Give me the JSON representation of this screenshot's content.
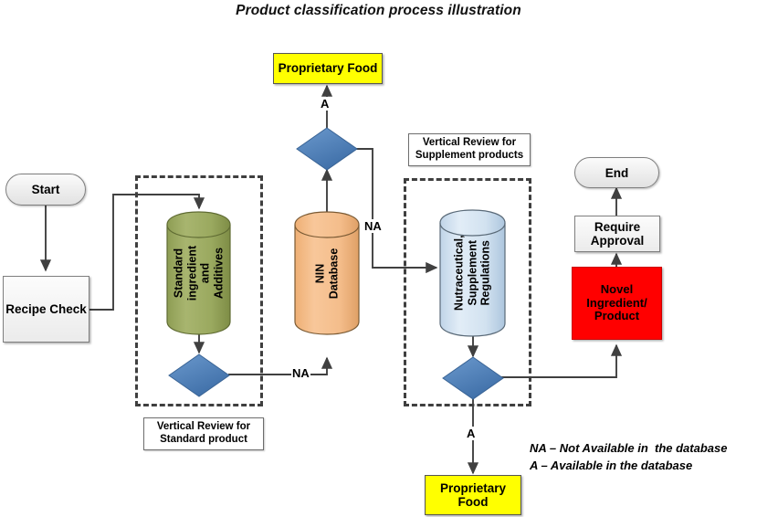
{
  "title": "Product classification process illustration",
  "nodes": {
    "start": {
      "label": "Start",
      "shape": "terminator"
    },
    "recipe_check": {
      "label": "Recipe Check",
      "shape": "process"
    },
    "standard_db": {
      "label": "Standard\ningredient\nand Additives",
      "shape": "cylinder",
      "color": "#9cab62"
    },
    "nin_db": {
      "label": "NIN Database",
      "shape": "cylinder",
      "color": "#f5c08a"
    },
    "nutra_db": {
      "label": "Nutraceutical,\nSupplement\nRegulations",
      "shape": "cylinder",
      "color": "#cfe0ef"
    },
    "decision_left": {
      "label": "",
      "shape": "diamond",
      "color": "#4f81bd"
    },
    "decision_mid": {
      "label": "",
      "shape": "diamond",
      "color": "#4f81bd"
    },
    "decision_right": {
      "label": "",
      "shape": "diamond",
      "color": "#4f81bd"
    },
    "proprietary_food_top": {
      "label": "Proprietary Food",
      "shape": "yellowbox"
    },
    "proprietary_food_bottom": {
      "label": "Proprietary\nFood",
      "shape": "yellowbox"
    },
    "novel_ingredient": {
      "label": "Novel\nIngredient/\nProduct",
      "shape": "redbox"
    },
    "require_approval": {
      "label": "Require\nApproval",
      "shape": "process"
    },
    "end": {
      "label": "End",
      "shape": "terminator"
    }
  },
  "group_labels": {
    "standard": "Vertical Review for\nStandard product",
    "supplement": "Vertical Review for\nSupplement products"
  },
  "edge_labels": {
    "a_top": "A",
    "na_mid": "NA",
    "na_left": "NA",
    "a_bottom": "A"
  },
  "legend": {
    "line1": "NA – Not Available in  the database",
    "line2": "A – Available in the database"
  },
  "colors": {
    "green_cylinder": "#9cab62",
    "orange_cylinder": "#f5c08a",
    "blue_cylinder": "#cfe0ef",
    "diamond_blue": "#4f81bd",
    "yellow": "#ffff00",
    "red": "#ff0000",
    "connector": "#404040",
    "dashed_group": "#3f3f3f"
  }
}
